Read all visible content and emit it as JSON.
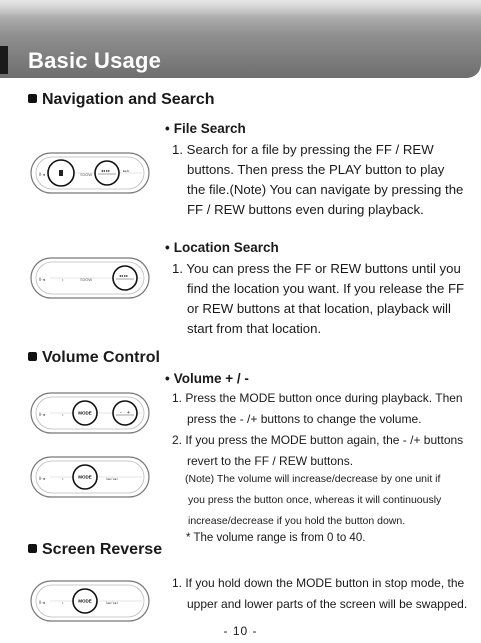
{
  "header": {
    "title": "Basic Usage"
  },
  "sections": {
    "navigation": {
      "title": "Navigation and Search"
    },
    "volume": {
      "title": "Volume Control"
    },
    "reverse": {
      "title": "Screen Reverse"
    }
  },
  "file_search": {
    "title": "File Search",
    "lines": [
      "1. Search for a file by pressing the FF / REW",
      "buttons.  Then press the PLAY button to play",
      "the file.(Note) You can navigate by pressing the",
      "FF / REW buttons even during playback."
    ]
  },
  "location_search": {
    "title": "Location Search",
    "lines": [
      "1. You can press the FF or REW buttons until you",
      "find the location you want. If you release the FF",
      "or REW buttons at that location, playback will",
      "start from that location."
    ]
  },
  "volume": {
    "title": "Volume + / -",
    "lines": [
      "1. Press the MODE button once during playback. Then",
      "press the - /+ buttons to change the volume.",
      "2. If you press the MODE button again, the - /+ buttons",
      "revert to the FF / REW buttons."
    ],
    "note_lines": [
      "(Note) The volume will increase/decrease by one unit if",
      "you press the button once, whereas it will continuously",
      "increase/decrease if you hold the button down."
    ],
    "range_note": "* The volume range is from 0 to 40."
  },
  "reverse": {
    "lines": [
      "1. If you hold down the MODE button in stop mode, the",
      "upper and lower parts of the screen will be swapped."
    ]
  },
  "device_labels": {
    "mode": "MODE",
    "minus": "-",
    "plus": "+"
  },
  "page_number": "- 10 -"
}
